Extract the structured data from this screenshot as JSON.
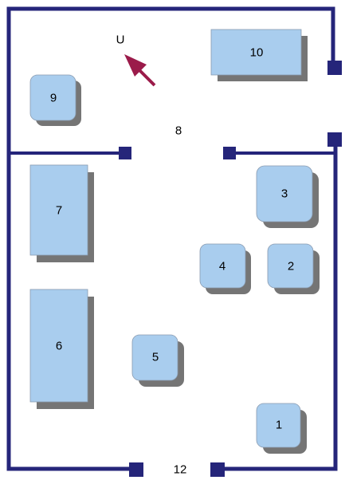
{
  "colors": {
    "wall": "#25257a",
    "box_fill": "#a9cdee",
    "shadow": "#757575",
    "arrow": "#9b1b4a",
    "text": "#000000"
  },
  "labels": {
    "entrance_top": "8",
    "entrance_bottom": "12",
    "marker": "U"
  },
  "objects": [
    {
      "id": "1",
      "label": "1"
    },
    {
      "id": "2",
      "label": "2"
    },
    {
      "id": "3",
      "label": "3"
    },
    {
      "id": "4",
      "label": "4"
    },
    {
      "id": "5",
      "label": "5"
    },
    {
      "id": "6",
      "label": "6"
    },
    {
      "id": "7",
      "label": "7"
    },
    {
      "id": "9",
      "label": "9"
    },
    {
      "id": "10",
      "label": "10"
    }
  ],
  "icons": {
    "marker_arrow": "arrow-up-left-icon"
  }
}
